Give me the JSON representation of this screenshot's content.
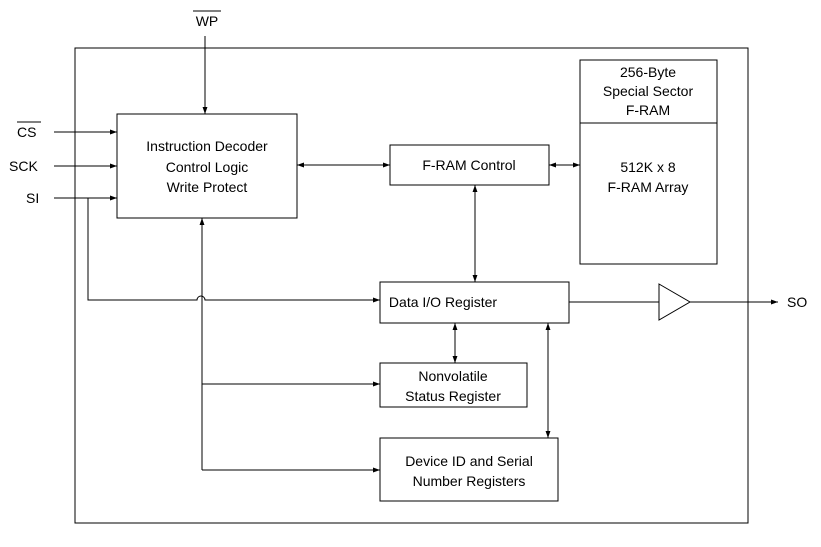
{
  "signals": {
    "wp": "WP",
    "cs": "CS",
    "sck": "SCK",
    "si": "SI",
    "so": "SO"
  },
  "blocks": {
    "instruction_decoder": [
      "Instruction Decoder",
      "Control Logic",
      "Write Protect"
    ],
    "fram_control": [
      "F-RAM Control"
    ],
    "special_sector": [
      "256-Byte",
      "Special Sector",
      "F-RAM"
    ],
    "fram_array": [
      "512K x 8",
      "F-RAM Array"
    ],
    "data_io_register": [
      "Data I/O Register"
    ],
    "status_register": [
      "Nonvolatile",
      "Status Register"
    ],
    "device_id": [
      "Device ID and Serial",
      "Number Registers"
    ]
  }
}
